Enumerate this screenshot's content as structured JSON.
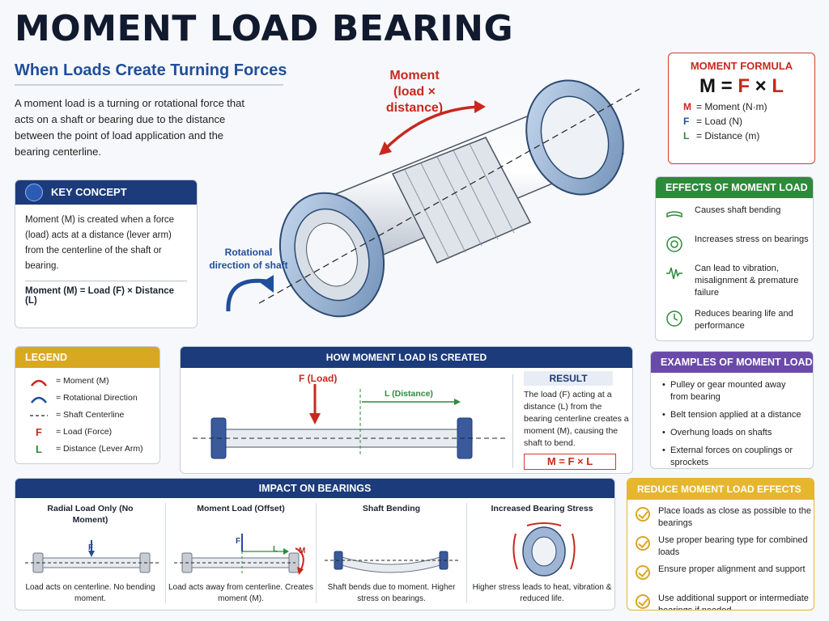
{
  "header": {
    "title": "MOMENT LOAD BEARING",
    "subtitle": "When Loads Create Turning Forces",
    "intro": "A moment load is a turning or rotational force that acts on a shaft or bearing due to the distance between the point of load application and the bearing centerline."
  },
  "hero": {
    "moment_label_1": "Moment",
    "moment_label_2": "(load × distance)",
    "rotation_label_1": "Rotational",
    "rotation_label_2": "direction of shaft"
  },
  "key_concept": {
    "heading": "KEY CONCEPT",
    "text": "Moment (M) is created when a force (load) acts at a distance (lever arm) from the centerline of the shaft or bearing.",
    "equation": "Moment (M) = Load (F) × Distance (L)"
  },
  "formula": {
    "heading": "MOMENT FORMULA",
    "equation_m": "M",
    "equation_eq1": " = ",
    "equation_f": "F",
    "equation_times": " × ",
    "equation_l": "L",
    "rows": [
      {
        "sym": "M",
        "desc": "= Moment (N·m)"
      },
      {
        "sym": "F",
        "desc": "= Load (N)"
      },
      {
        "sym": "L",
        "desc": "= Distance (m)"
      }
    ]
  },
  "effects": {
    "heading": "EFFECTS OF MOMENT LOAD",
    "items": [
      {
        "icon": "bent-shaft-icon",
        "text": "Causes shaft bending"
      },
      {
        "icon": "bearing-stress-icon",
        "text": "Increases stress on bearings"
      },
      {
        "icon": "vibration-icon",
        "text": "Can lead to vibration, misalignment & premature failure"
      },
      {
        "icon": "clock-icon",
        "text": "Reduces bearing life and performance"
      }
    ]
  },
  "legend": {
    "heading": "LEGEND",
    "items": [
      {
        "sym": "moment-arrow-icon",
        "text": "= Moment (M)"
      },
      {
        "sym": "rotation-arrow-icon",
        "text": "= Rotational Direction"
      },
      {
        "sym": "dashed-line-icon",
        "text": "= Shaft Centerline"
      },
      {
        "sym": "F",
        "text": "= Load (Force)"
      },
      {
        "sym": "L",
        "text": "= Distance (Lever Arm)"
      }
    ]
  },
  "how": {
    "heading": "HOW MOMENT LOAD IS CREATED",
    "load_label": "F (Load)",
    "distance_label": "L (Distance)",
    "result_heading": "RESULT",
    "result_text": "The load (F) acting at a distance (L) from the bearing centerline creates a moment (M), causing the shaft to bend.",
    "result_eq": "M = F × L"
  },
  "examples": {
    "heading": "EXAMPLES OF MOMENT LOAD",
    "items": [
      "Pulley or gear mounted away from bearing",
      "Belt tension applied at a distance",
      "Overhung loads on shafts",
      "External forces on couplings or sprockets"
    ]
  },
  "impact": {
    "heading": "IMPACT ON BEARINGS",
    "cols": [
      {
        "title": "Radial Load Only (No Moment)",
        "text": "Load acts on centerline. No bending moment.",
        "f": "F"
      },
      {
        "title": "Moment Load (Offset)",
        "text": "Load acts away from centerline. Creates moment (M).",
        "f": "F",
        "l": "L",
        "m": "M"
      },
      {
        "title": "Shaft Bending",
        "text": "Shaft bends due to moment. Higher stress on bearings."
      },
      {
        "title": "Increased Bearing Stress",
        "text": "Higher stress leads to heat, vibration & reduced life."
      }
    ]
  },
  "reduce": {
    "heading": "REDUCE MOMENT LOAD EFFECTS",
    "items": [
      "Place loads as close as possible to the bearings",
      "Use proper bearing type for combined loads",
      "Ensure proper alignment and support",
      "Use additional support or intermediate bearings if needed"
    ]
  },
  "colors": {
    "navy": "#1c3b7a",
    "red": "#c8281e",
    "green": "#2e8a3a",
    "purple": "#6a4aa8",
    "gold": "#d9a821",
    "blue": "#1f4e9a"
  }
}
